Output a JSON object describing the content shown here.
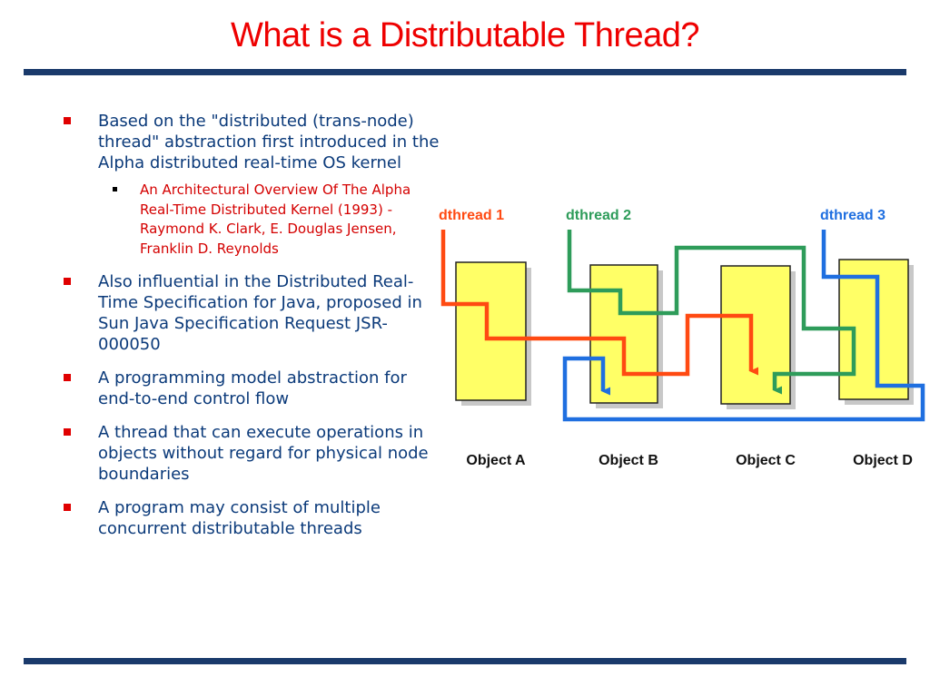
{
  "title": "What is a Distributable Thread?",
  "bullets": [
    {
      "text": "Based on the \"distributed (trans-node) thread\" abstraction first introduced in the Alpha distributed real-time OS kernel",
      "sub": [
        "An Architectural Overview Of The Alpha Real-Time Distributed Kernel (1993) - Raymond K. Clark, E. Douglas Jensen, Franklin D. Reynolds"
      ]
    },
    {
      "text": "Also influential in the Distributed Real-Time Specification for Java, proposed in Sun Java Specification Request JSR-000050"
    },
    {
      "text": "A programming model abstraction for end-to-end control flow"
    },
    {
      "text": "A thread that can execute operations in objects without regard for physical node boundaries"
    },
    {
      "text": "A program may consist of multiple concurrent distributable threads"
    }
  ],
  "diagram": {
    "objects": [
      "Object A",
      "Object B",
      "Object C",
      "Object D"
    ],
    "threads": [
      {
        "label": "dthread 1",
        "color": "#ff4a12"
      },
      {
        "label": "dthread 2",
        "color": "#2e9c5a"
      },
      {
        "label": "dthread 3",
        "color": "#1f6fe0"
      }
    ],
    "object_fill": "#ffff66"
  }
}
